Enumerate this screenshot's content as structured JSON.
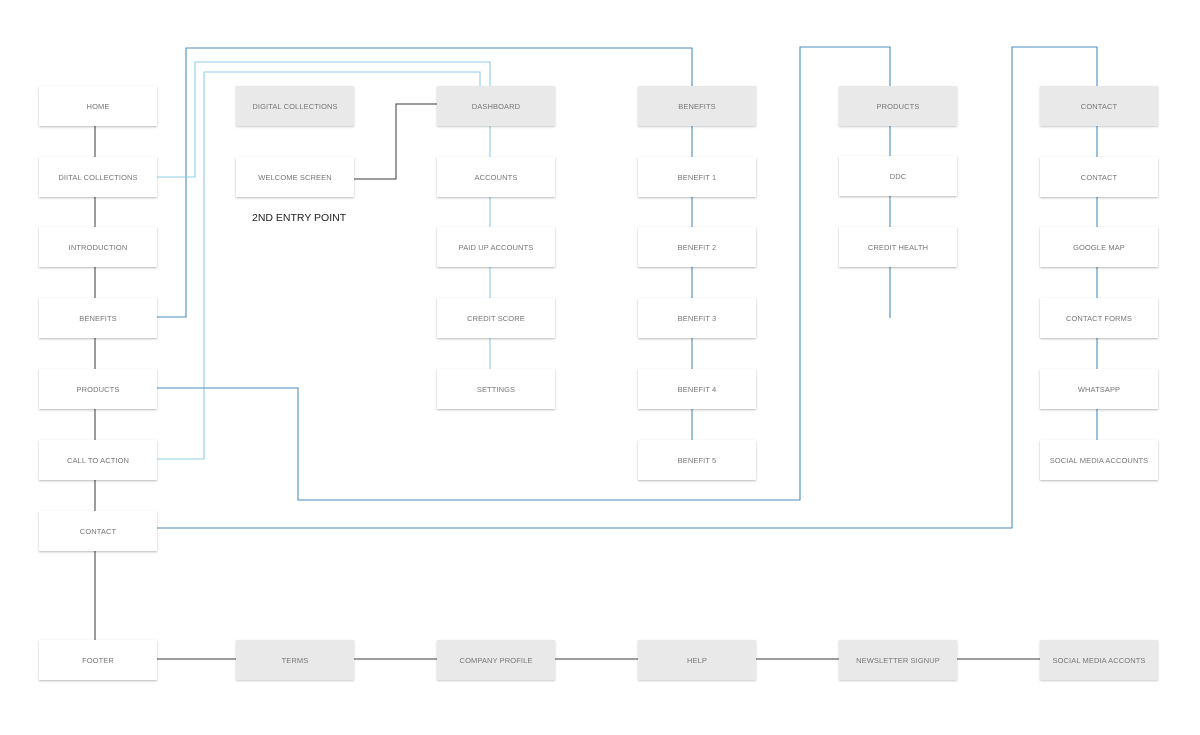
{
  "nav": {
    "home": "HOME",
    "digital_collections": "DIITAL COLLECTIONS",
    "introduction": "INTRODUCTION",
    "benefits": "BENEFITS",
    "products": "PRODUCTS",
    "call_to_action": "CALL TO ACTION",
    "contact": "CONTACT",
    "footer": "FOOTER"
  },
  "digital_collections": {
    "title": "DIGITAL COLLECTIONS",
    "welcome_screen": "WELCOME SCREEN",
    "note": "2ND ENTRY POINT"
  },
  "dashboard": {
    "title": "DASHBOARD",
    "items": [
      "ACCOUNTS",
      "PAID UP ACCOUNTS",
      "CREDIT SCORE",
      "SETTINGS"
    ]
  },
  "benefits": {
    "title": "BENEFITS",
    "items": [
      "BENEFIT 1",
      "BENEFIT 2",
      "BENEFIT 3",
      "BENEFIT 4",
      "BENEFIT 5"
    ]
  },
  "products": {
    "title": "PRODUCTS",
    "items": [
      "DDC",
      "CREDIT HEALTH"
    ]
  },
  "contact": {
    "title": "CONTACT",
    "items": [
      "CONTACT",
      "GOOGLE MAP",
      "CONTACT FORMS",
      "WHATSAPP",
      "SOCIAL MEDIA ACCOUNTS"
    ]
  },
  "footer": {
    "items": [
      "TERMS",
      "COMPANY PROFILE",
      "HELP",
      "NEWSLETTER SIGNUP",
      "SOCIAL MEDIA ACCONTS"
    ]
  },
  "colors": {
    "line_dark": "#3a3a3a",
    "line_blue": "#4a8ec2",
    "line_light_blue": "#8fcde6",
    "header_box": "#e9e9e9",
    "box": "#ffffff"
  }
}
